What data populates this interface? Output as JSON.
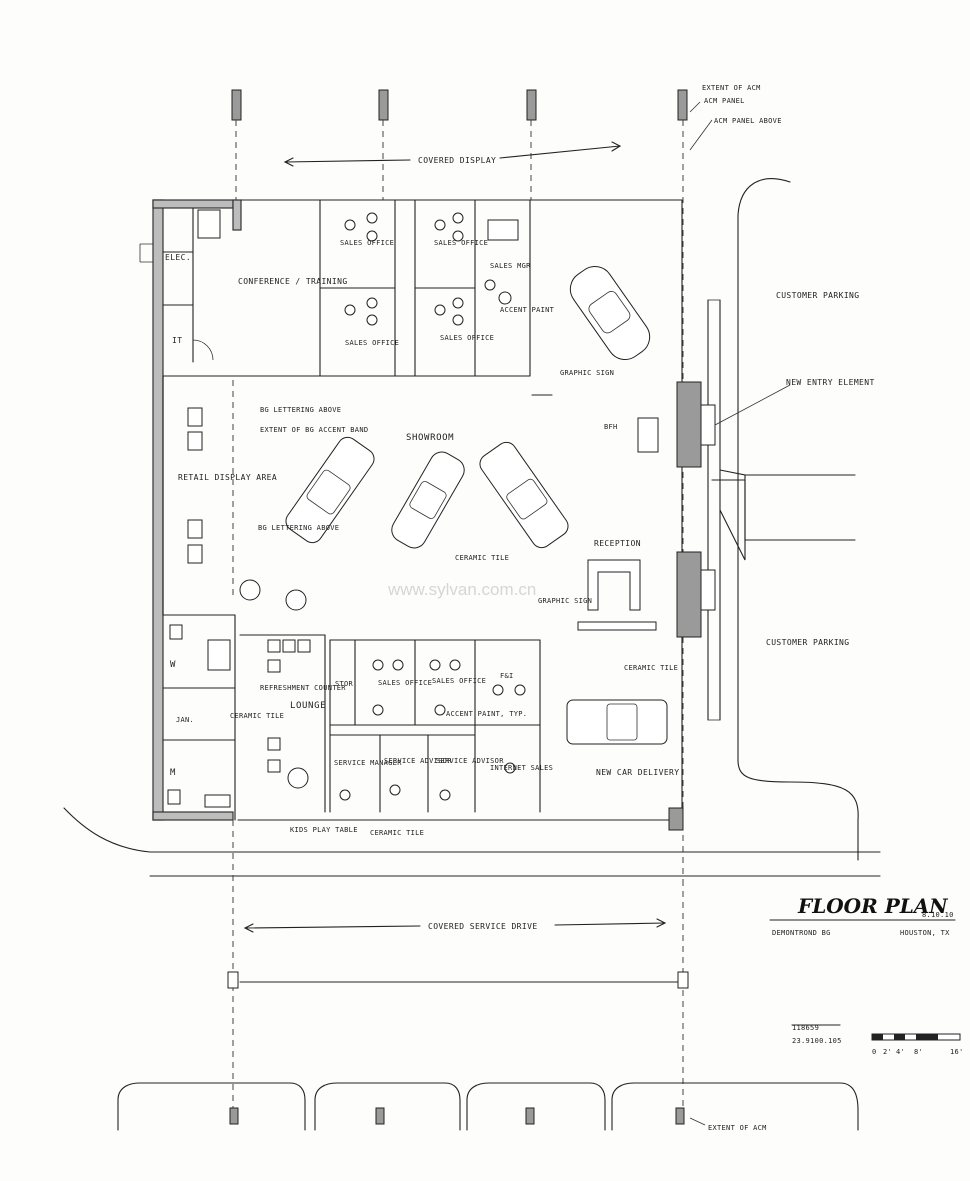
{
  "title": {
    "main": "FLOOR PLAN",
    "date": "8.10.10",
    "client": "DEMONTROND BG",
    "location": "HOUSTON, TX"
  },
  "project": {
    "number": "118659",
    "code": "23.9100.105"
  },
  "scale_labels": [
    "0",
    "2'",
    "4'",
    "8'",
    "16'"
  ],
  "watermark": "www.sylvan.com.cn",
  "rooms": {
    "elec": "ELEC.",
    "it": "IT",
    "conference": "CONFERENCE / TRAINING",
    "sales_office_1": "SALES OFFICE",
    "sales_office_2": "SALES OFFICE",
    "sales_office_3": "SALES OFFICE",
    "sales_office_4": "SALES OFFICE",
    "sales_mgr": "SALES MGR",
    "showroom": "SHOWROOM",
    "retail_display": "RETAIL DISPLAY AREA",
    "reception": "RECEPTION",
    "women": "W",
    "men": "M",
    "jan": "JAN.",
    "lounge": "LOUNGE",
    "stor": "STOR.",
    "sales_office_5": "SALES OFFICE",
    "sales_office_6": "SALES OFFICE",
    "fi": "F&I",
    "service_manager": "SERVICE MANAGER",
    "service_advisor_1": "SERVICE ADVISOR",
    "service_advisor_2": "SERVICE ADVISOR",
    "internet_sales": "INTERNET SALES",
    "new_car_delivery": "NEW CAR DELIVERY",
    "customer_parking_1": "CUSTOMER PARKING",
    "customer_parking_2": "CUSTOMER PARKING"
  },
  "annotations": {
    "covered_display": "COVERED DISPLAY",
    "covered_service_drive": "COVERED SERVICE DRIVE",
    "extent_of_acm_top": "EXTENT OF ACM",
    "acm_panel": "ACM PANEL",
    "acm_panel_above": "ACM PANEL ABOVE",
    "extent_of_acm_bottom": "EXTENT OF ACM",
    "new_entry_element": "NEW ENTRY ELEMENT",
    "graphic_sign_1": "GRAPHIC SIGN",
    "graphic_sign_2": "GRAPHIC SIGN",
    "accent_paint_1": "ACCENT PAINT",
    "accent_paint_2": "ACCENT PAINT, TYP.",
    "bg_lettering_above": "BG LETTERING ABOVE",
    "extent_of_bg_accent_band": "EXTENT OF BG ACCENT BAND",
    "bg_lettering_above_2": "BG LETTERING ABOVE",
    "ceramic_tile_1": "CERAMIC TILE",
    "ceramic_tile_2": "CERAMIC TILE",
    "ceramic_tile_3": "CERAMIC TILE",
    "ceramic_tile_4": "CERAMIC TILE",
    "refreshment_counter": "REFRESHMENT COUNTER",
    "kids_play_table": "KIDS PLAY TABLE",
    "bfh": "BFH"
  }
}
